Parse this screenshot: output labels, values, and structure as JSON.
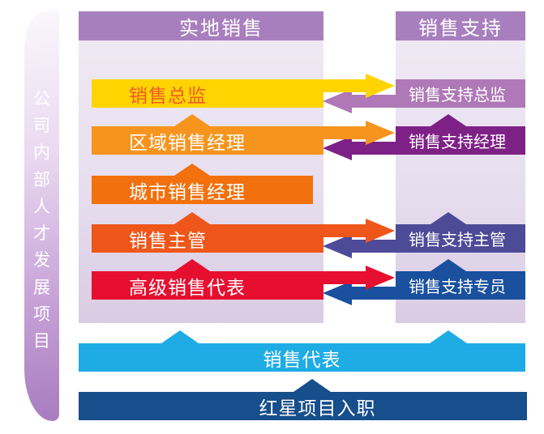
{
  "ribbon": {
    "label": "公司内部人才发展项目",
    "chars": [
      "公",
      "司",
      "内",
      "部",
      "人",
      "才",
      "发",
      "展",
      "项",
      "目"
    ]
  },
  "columns": {
    "field_sales": {
      "header": "实地销售"
    },
    "sales_support": {
      "header": "销售支持"
    }
  },
  "field_sales_rows": [
    {
      "label": "销售总监",
      "color": "#FFD400",
      "text_color": "#F15A29"
    },
    {
      "label": "区域销售经理",
      "color": "#F7941E",
      "text_color": "#FFFFFF"
    },
    {
      "label": "城市销售经理",
      "color": "#F2700D",
      "text_color": "#FFFFFF"
    },
    {
      "label": "销售主管",
      "color": "#EF5619",
      "text_color": "#FFFFFF"
    },
    {
      "label": "高级销售代表",
      "color": "#E60F2F",
      "text_color": "#FFFFFF"
    }
  ],
  "sales_support_rows": [
    {
      "label": "销售支持总监",
      "color": "#AE79B6"
    },
    {
      "label": "销售支持经理",
      "color": "#7E2187"
    },
    {
      "label": "销售支持主管",
      "color": "#4D4B98"
    },
    {
      "label": "销售支持专员",
      "color": "#1A509E"
    }
  ],
  "bottom_bars": [
    {
      "label": "销售代表",
      "color": "#1FACE5"
    },
    {
      "label": "红星项目入职",
      "color": "#174E8C"
    }
  ],
  "colors": {
    "header_purple": "#A87FBE",
    "column_bg_top": "#EFE9F4",
    "column_bg_bottom": "#D9CBE3",
    "ribbon_gradient_top": "#FAF7FC",
    "ribbon_gradient_bottom": "#A87CC0"
  }
}
